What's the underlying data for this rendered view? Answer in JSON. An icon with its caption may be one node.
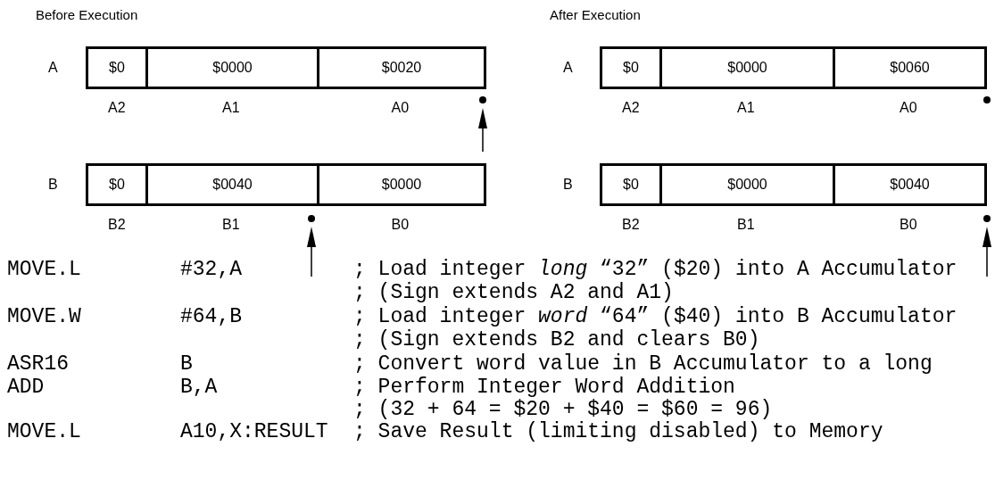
{
  "diagram": {
    "nodes": [
      {
        "text": [
          "A"
        ]
      },
      {
        "text": [
          "$0"
        ],
        "in": 0,
        "beside": [
          "A2"
        ]
      },
      {
        "text": [
          "$0000"
        ],
        "in": 0,
        "beside": [
          "A1"
        ]
      },
      {
        "text": [
          "$0020"
        ],
        "in": 0,
        "beside": [
          "A0"
        ]
      },
      {
        "text": [
          "B"
        ]
      },
      {
        "text": [
          "$0"
        ],
        "in": 4,
        "beside": [
          "B2"
        ]
      },
      {
        "text": [
          "$0040"
        ],
        "in": 4,
        "beside": [
          "B1"
        ]
      },
      {
        "text": [
          "$0000"
        ],
        "in": 4,
        "beside": [
          "B0"
        ]
      },
      {
        "text": [
          "A"
        ]
      },
      {
        "text": [
          "$0"
        ],
        "in": 8,
        "beside": [
          "A2"
        ]
      },
      {
        "text": [
          "$0000"
        ],
        "in": 8,
        "beside": [
          "A1"
        ]
      },
      {
        "text": [
          "$0060"
        ],
        "in": 8,
        "beside": [
          "A0"
        ]
      },
      {
        "text": [
          "B"
        ]
      },
      {
        "text": [
          "$0"
        ],
        "in": 12,
        "beside": [
          "B2"
        ]
      },
      {
        "text": [
          "$0000"
        ],
        "in": 12,
        "beside": [
          "B1"
        ]
      },
      {
        "text": [
          "$0040"
        ],
        "in": 12,
        "beside": [
          "B0"
        ]
      }
    ],
    "labels": [
      "Before Execution",
      "After Execution",
      "MOVE.L",
      "#32,A",
      "; Load integer *long* “32” ($20) into A Accumulator",
      "; (Sign extends A2 and A1)",
      "MOVE.W",
      "#64,B",
      "; Load integer *word* “64” ($40) into B Accumulator",
      "; (Sign extends B2 and clears B0)",
      "ASR16",
      "B",
      "; Convert word value in B Accumulator to a long",
      "ADD",
      "B,A",
      "; Perform Integer Word Addition",
      "; (32 + 64 = $20 + $40 = $60 = 96)",
      "MOVE.L",
      "A10,X:RESULT",
      "; Save Result (limiting disabled) to Memory"
    ]
  }
}
